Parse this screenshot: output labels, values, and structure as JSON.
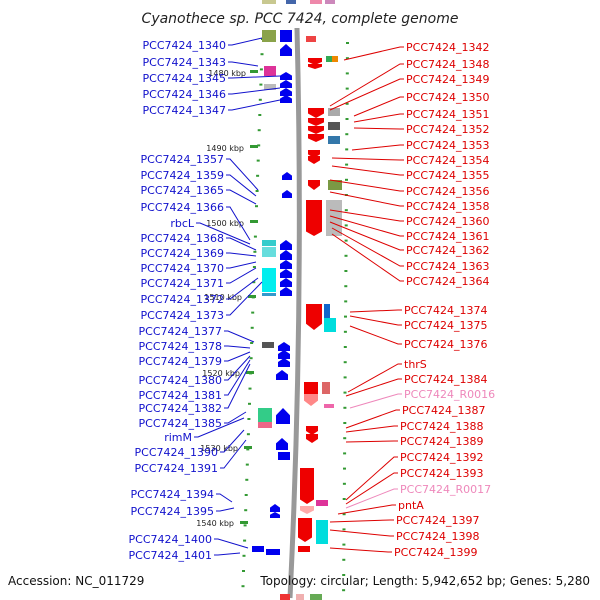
{
  "title": "Cyanothece sp. PCC 7424, complete genome",
  "footer": {
    "accession": "Accession: NC_011729",
    "summary": "Topology: circular; Length: 5,942,652 bp; Genes: 5,280"
  },
  "colors": {
    "left_label": "#1111cc",
    "right_label": "#dd0000",
    "rna_label": "#ee88bb",
    "forward_gene": "#0000ee",
    "reverse_gene": "#ee0000",
    "backbone": "#999999",
    "tick": "#339933"
  },
  "ticks": [
    {
      "label": "1480 kbp"
    },
    {
      "label": "1490 kbp"
    },
    {
      "label": "1500 kbp"
    },
    {
      "label": "1510 kbp"
    },
    {
      "label": "1520 kbp"
    },
    {
      "label": "1530 kbp"
    },
    {
      "label": "1540 kbp"
    }
  ],
  "left_genes": [
    {
      "label": "PCC7424_1340"
    },
    {
      "label": "PCC7424_1343"
    },
    {
      "label": "PCC7424_1345"
    },
    {
      "label": "PCC7424_1346"
    },
    {
      "label": "PCC7424_1347"
    },
    {
      "label": "PCC7424_1357"
    },
    {
      "label": "PCC7424_1359"
    },
    {
      "label": "PCC7424_1365"
    },
    {
      "label": "PCC7424_1366"
    },
    {
      "label": "rbcL"
    },
    {
      "label": "PCC7424_1368"
    },
    {
      "label": "PCC7424_1369"
    },
    {
      "label": "PCC7424_1370"
    },
    {
      "label": "PCC7424_1371"
    },
    {
      "label": "PCC7424_1372"
    },
    {
      "label": "PCC7424_1373"
    },
    {
      "label": "PCC7424_1377"
    },
    {
      "label": "PCC7424_1378"
    },
    {
      "label": "PCC7424_1379"
    },
    {
      "label": "PCC7424_1380"
    },
    {
      "label": "PCC7424_1381"
    },
    {
      "label": "PCC7424_1382"
    },
    {
      "label": "PCC7424_1385"
    },
    {
      "label": "rimM"
    },
    {
      "label": "PCC7424_1390"
    },
    {
      "label": "PCC7424_1391"
    },
    {
      "label": "PCC7424_1394"
    },
    {
      "label": "PCC7424_1395"
    },
    {
      "label": "PCC7424_1400"
    },
    {
      "label": "PCC7424_1401"
    }
  ],
  "right_genes": [
    {
      "label": "PCC7424_1342",
      "rna": false
    },
    {
      "label": "PCC7424_1348",
      "rna": false
    },
    {
      "label": "PCC7424_1349",
      "rna": false
    },
    {
      "label": "PCC7424_1350",
      "rna": false
    },
    {
      "label": "PCC7424_1351",
      "rna": false
    },
    {
      "label": "PCC7424_1352",
      "rna": false
    },
    {
      "label": "PCC7424_1353",
      "rna": false
    },
    {
      "label": "PCC7424_1354",
      "rna": false
    },
    {
      "label": "PCC7424_1355",
      "rna": false
    },
    {
      "label": "PCC7424_1356",
      "rna": false
    },
    {
      "label": "PCC7424_1358",
      "rna": false
    },
    {
      "label": "PCC7424_1360",
      "rna": false
    },
    {
      "label": "PCC7424_1361",
      "rna": false
    },
    {
      "label": "PCC7424_1362",
      "rna": false
    },
    {
      "label": "PCC7424_1363",
      "rna": false
    },
    {
      "label": "PCC7424_1364",
      "rna": false
    },
    {
      "label": "PCC7424_1374",
      "rna": false
    },
    {
      "label": "PCC7424_1375",
      "rna": false
    },
    {
      "label": "PCC7424_1376",
      "rna": false
    },
    {
      "label": "thrS",
      "rna": false
    },
    {
      "label": "PCC7424_1384",
      "rna": false
    },
    {
      "label": "PCC7424_R0016",
      "rna": true
    },
    {
      "label": "PCC7424_1387",
      "rna": false
    },
    {
      "label": "PCC7424_1388",
      "rna": false
    },
    {
      "label": "PCC7424_1389",
      "rna": false
    },
    {
      "label": "PCC7424_1392",
      "rna": false
    },
    {
      "label": "PCC7424_1393",
      "rna": false
    },
    {
      "label": "PCC7424_R0017",
      "rna": true
    },
    {
      "label": "pntA",
      "rna": false
    },
    {
      "label": "PCC7424_1397",
      "rna": false
    },
    {
      "label": "PCC7424_1398",
      "rna": false
    },
    {
      "label": "PCC7424_1399",
      "rna": false
    }
  ]
}
